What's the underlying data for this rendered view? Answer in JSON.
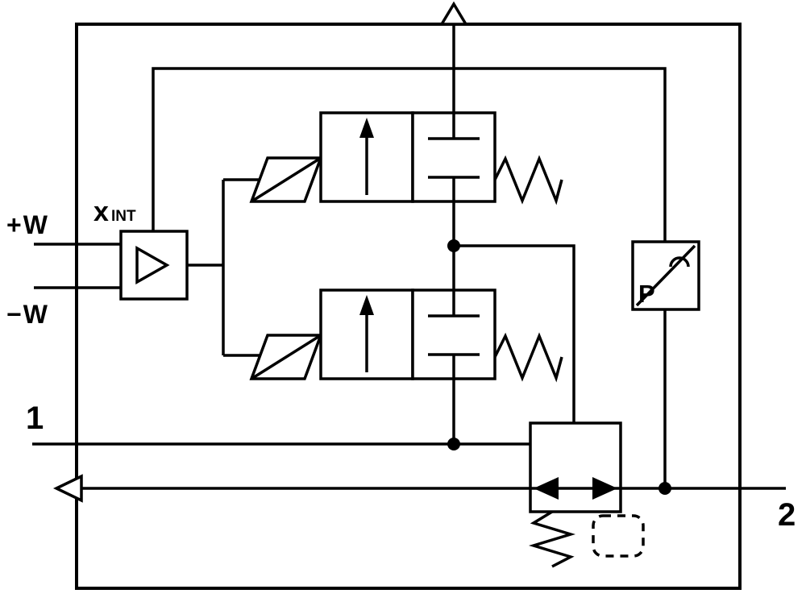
{
  "diagram": {
    "kind": "pneumatic-proportional-pressure-regulator-circuit",
    "labels": {
      "setpoint_plus": "+W",
      "setpoint_minus": "−W",
      "amplifier_x": "x",
      "amplifier_sub": "INT",
      "port1": "1",
      "port2": "2",
      "pressure_sensor": "P"
    },
    "symbols": [
      "exhaust-outlet",
      "internal-amplifier",
      "solenoid-pilot-valve-top",
      "solenoid-pilot-valve-bottom",
      "pressure-transducer",
      "main-regulator-valve",
      "return-spring",
      "manual-override-dashed-box"
    ],
    "colors": {
      "line": "#000000",
      "background": "#ffffff"
    }
  }
}
